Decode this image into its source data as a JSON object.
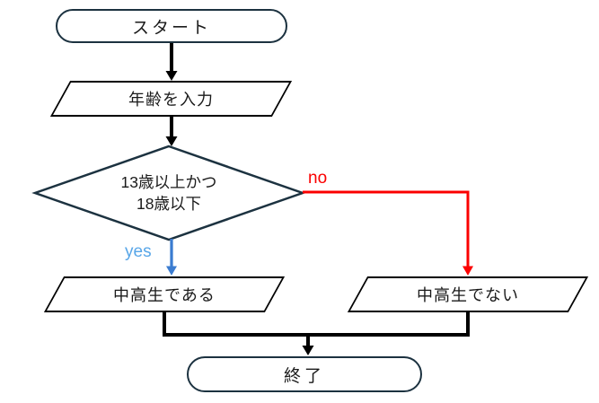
{
  "nodes": {
    "start": {
      "label": "スタート",
      "type": "terminator"
    },
    "input_age": {
      "label": "年齢を入力",
      "type": "io"
    },
    "decision": {
      "line1": "13歳以上かつ",
      "line2": "18歳以下",
      "type": "decision"
    },
    "is_student": {
      "label": "中高生である",
      "type": "io"
    },
    "not_student": {
      "label": "中高生でない",
      "type": "io"
    },
    "end": {
      "label": "終了",
      "type": "terminator"
    }
  },
  "edge_labels": {
    "yes": "yes",
    "no": "no"
  },
  "colors": {
    "terminator_border": "#1c3240",
    "decision_border": "#1c3240",
    "io_border": "#000000",
    "connector_black": "#000000",
    "yes_label_text": "#58a6e8",
    "yes_arrow": "#3b7cd0",
    "no_branch": "#fb0000",
    "background": "#ffffff",
    "text": "#1a1a1a"
  }
}
